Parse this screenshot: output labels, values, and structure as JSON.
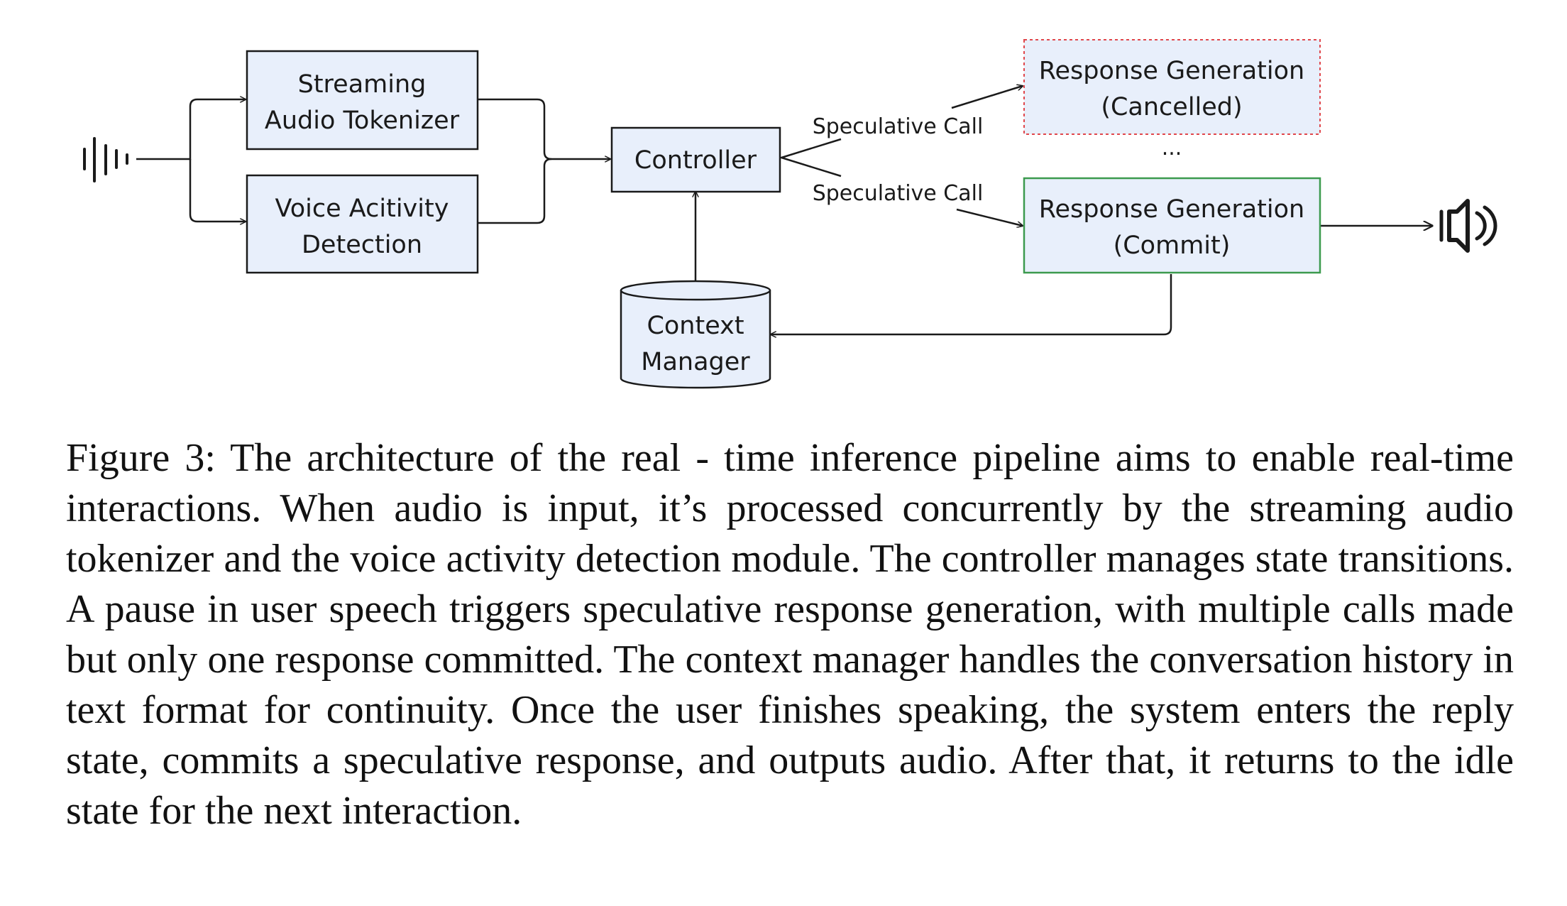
{
  "diagram": {
    "nodes": {
      "tokenizer": {
        "line1": "Streaming",
        "line2": "Audio Tokenizer"
      },
      "vad": {
        "line1": "Voice Acitivity",
        "line2": "Detection"
      },
      "controller": {
        "label": "Controller"
      },
      "response_cancelled": {
        "line1": "Response Generation",
        "line2": "(Cancelled)"
      },
      "response_commit": {
        "line1": "Response Generation",
        "line2": "(Commit)"
      },
      "context_manager": {
        "line1": "Context",
        "line2": "Manager"
      }
    },
    "edges": {
      "speculative_call_upper": "Speculative Call",
      "speculative_call_lower": "Speculative Call"
    },
    "ellipsis": "...",
    "icons": {
      "input": "audio-waveform-icon",
      "output": "speaker-icon"
    },
    "colors": {
      "box_fill": "#e8effb",
      "box_stroke": "#1a1a1a",
      "cancelled_stroke": "#e0474c",
      "commit_stroke": "#3c9a4e"
    }
  },
  "caption": {
    "text": "Figure 3: The architecture of the real - time inference pipeline aims to enable real-time interactions. When audio is input, it’s processed concurrently by the streaming audio tokenizer and the voice activity detection module. The controller manages state transitions. A pause in user speech triggers speculative response generation, with multiple calls made but only one response committed. The context manager handles the conversation history in text format for continuity. Once the user finishes speaking, the system enters the reply state, commits a speculative response, and outputs audio. After that, it returns to the idle state for the next interaction."
  }
}
